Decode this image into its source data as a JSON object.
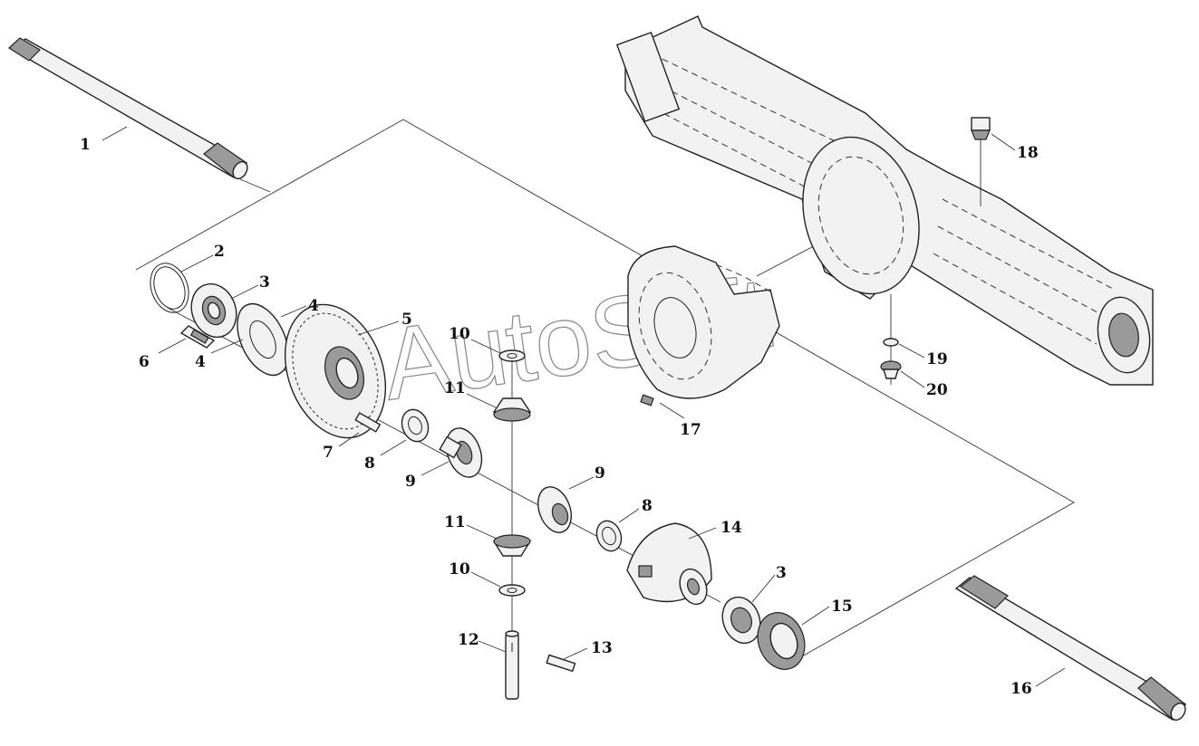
{
  "watermark": "AutoSoft",
  "labels": [
    "1",
    "2",
    "3",
    "4",
    "5",
    "6",
    "4",
    "7",
    "8",
    "9",
    "10",
    "11",
    "9",
    "8",
    "11",
    "10",
    "12",
    "13",
    "14",
    "3",
    "15",
    "16",
    "17",
    "18",
    "19",
    "20"
  ],
  "parts": [
    "axle-shaft-left",
    "ring",
    "bearing-left",
    "shim-top",
    "bevel-gear",
    "bolt",
    "shim-bottom",
    "pin",
    "washer-left",
    "side-gear-left",
    "thrust-washer-top",
    "pinion-gear-top",
    "side-gear-right",
    "washer-right",
    "pinion-gear-bottom",
    "thrust-washer-bottom",
    "cross-shaft",
    "lock-pin",
    "differential-case",
    "bearing-right",
    "seal",
    "axle-shaft-right",
    "drive-housing",
    "filler-plug",
    "drain-washer",
    "drain-plug"
  ]
}
